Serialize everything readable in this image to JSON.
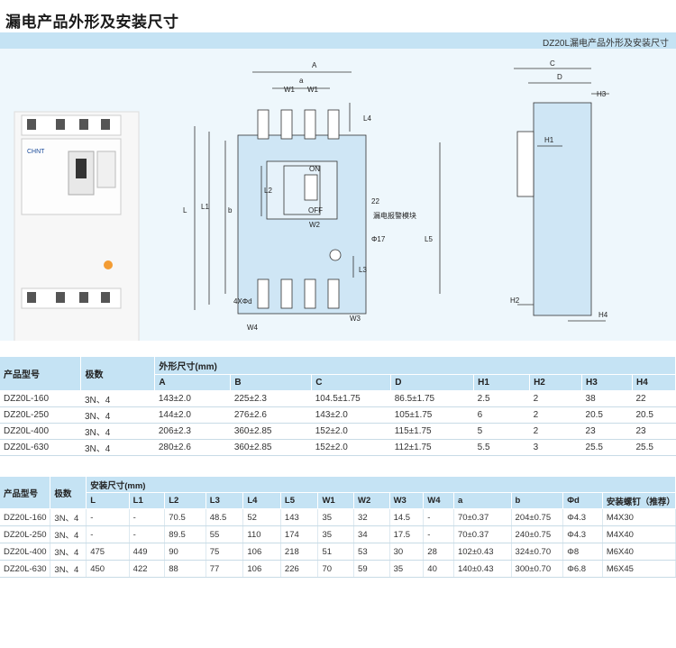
{
  "page_title": "漏电产品外形及安装尺寸",
  "banner_label": "DZ20L漏电产品外形及安装尺寸",
  "drawing": {
    "dims": {
      "A": "A",
      "a": "a",
      "W1": "W1",
      "L4": "L4",
      "L2": "L2",
      "L1": "L1",
      "L": "L",
      "b": "b",
      "W2": "W2",
      "on": "ON",
      "off": "OFF",
      "d22": "22",
      "module": "漏电报警模块",
      "phi17": "Φ17",
      "L5": "L5",
      "L3": "L3",
      "hole": "4XΦd",
      "W4": "W4",
      "W3": "W3",
      "C": "C",
      "D": "D",
      "H3": "H3",
      "H1": "H1",
      "H2": "H2",
      "H4": "H4"
    },
    "brand": "CHNT"
  },
  "table1": {
    "headers": {
      "model": "产品型号",
      "poles": "极数",
      "group": "外形尺寸(mm)",
      "cols": [
        "A",
        "B",
        "C",
        "D",
        "H1",
        "H2",
        "H3",
        "H4"
      ]
    },
    "rows": [
      [
        "DZ20L-160",
        "3N、4",
        "143±2.0",
        "225±2.3",
        "104.5±1.75",
        "86.5±1.75",
        "2.5",
        "2",
        "38",
        "22"
      ],
      [
        "DZ20L-250",
        "3N、4",
        "144±2.0",
        "276±2.6",
        "143±2.0",
        "105±1.75",
        "6",
        "2",
        "20.5",
        "20.5"
      ],
      [
        "DZ20L-400",
        "3N、4",
        "206±2.3",
        "360±2.85",
        "152±2.0",
        "115±1.75",
        "5",
        "2",
        "23",
        "23"
      ],
      [
        "DZ20L-630",
        "3N、4",
        "280±2.6",
        "360±2.85",
        "152±2.0",
        "112±1.75",
        "5.5",
        "3",
        "25.5",
        "25.5"
      ]
    ]
  },
  "table2": {
    "headers": {
      "model": "产品型号",
      "poles": "极数",
      "group": "安装尺寸(mm)",
      "cols": [
        "L",
        "L1",
        "L2",
        "L3",
        "L4",
        "L5",
        "W1",
        "W2",
        "W3",
        "W4",
        "a",
        "b",
        "Φd",
        "安装螺钉（推荐）"
      ]
    },
    "rows": [
      [
        "DZ20L-160",
        "3N、4",
        "-",
        "-",
        "70.5",
        "48.5",
        "52",
        "143",
        "35",
        "32",
        "14.5",
        "-",
        "70±0.37",
        "204±0.75",
        "Φ4.3",
        "M4X30"
      ],
      [
        "DZ20L-250",
        "3N、4",
        "-",
        "-",
        "89.5",
        "55",
        "110",
        "174",
        "35",
        "34",
        "17.5",
        "-",
        "70±0.37",
        "240±0.75",
        "Φ4.3",
        "M4X40"
      ],
      [
        "DZ20L-400",
        "3N、4",
        "475",
        "449",
        "90",
        "75",
        "106",
        "218",
        "51",
        "53",
        "30",
        "28",
        "102±0.43",
        "324±0.70",
        "Φ8",
        "M6X40"
      ],
      [
        "DZ20L-630",
        "3N、4",
        "450",
        "422",
        "88",
        "77",
        "106",
        "226",
        "70",
        "59",
        "35",
        "40",
        "140±0.43",
        "300±0.70",
        "Φ6.8",
        "M6X45"
      ]
    ]
  }
}
